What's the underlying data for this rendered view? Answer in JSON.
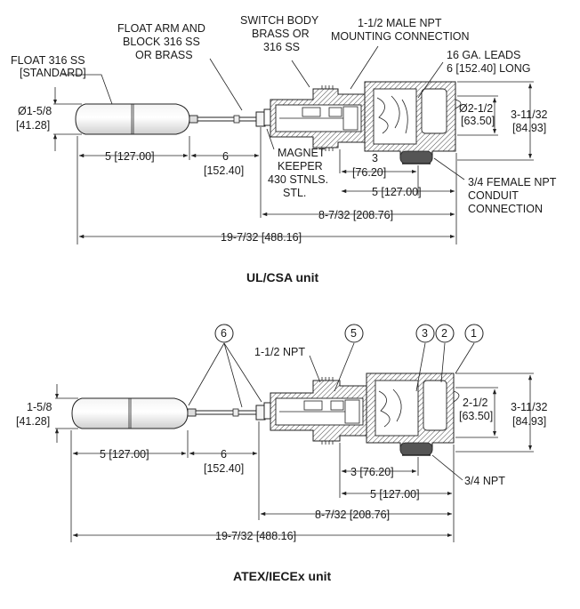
{
  "top_unit": {
    "caption": "UL/CSA unit",
    "callouts": {
      "float": [
        "FLOAT 316 SS",
        "[STANDARD]"
      ],
      "float_arm": [
        "FLOAT ARM AND",
        "BLOCK 316 SS",
        "OR BRASS"
      ],
      "switch_body": [
        "SWITCH BODY",
        "BRASS OR",
        "316 SS"
      ],
      "mounting": [
        "1-1/2 MALE NPT",
        "MOUNTING CONNECTION"
      ],
      "leads": [
        "16 GA. LEADS",
        "6 [152.40] LONG"
      ],
      "magnet_keeper": [
        "MAGNET",
        "KEEPER",
        "430 STNLS.",
        "STL."
      ],
      "conduit": [
        "3/4 FEMALE NPT",
        "CONDUIT",
        "CONNECTION"
      ]
    },
    "dimensions": {
      "float_dia": [
        "Ø1-5/8",
        "[41.28]"
      ],
      "float_len": "5 [127.00]",
      "arm_len": [
        "6",
        "[152.40]"
      ],
      "d3": [
        "3",
        "[76.20]"
      ],
      "d5": "5 [127.00]",
      "d8": "8-7/32 [208.76]",
      "overall": "19-7/32 [488.16]",
      "housing_dia": [
        "Ø2-1/2",
        "[63.50]"
      ],
      "housing_h": [
        "3-11/32",
        "[84.93]"
      ]
    }
  },
  "bottom_unit": {
    "caption": "ATEX/IECEx unit",
    "callouts": {
      "npt": "1-1/2 NPT",
      "conduit": "3/4 NPT",
      "balloons": [
        "6",
        "5",
        "3",
        "2",
        "1"
      ]
    },
    "dimensions": {
      "float_dia": [
        "1-5/8",
        "[41.28]"
      ],
      "float_len": "5 [127.00]",
      "arm_len": [
        "6",
        "[152.40]"
      ],
      "d3": "3 [76.20]",
      "d5": "5 [127.00]",
      "d8": "8-7/32 [208.76]",
      "overall": "19-7/32 [488.16]",
      "housing_dia": [
        "2-1/2",
        "[63.50]"
      ],
      "housing_h": [
        "3-11/32",
        "[84.93]"
      ]
    }
  }
}
